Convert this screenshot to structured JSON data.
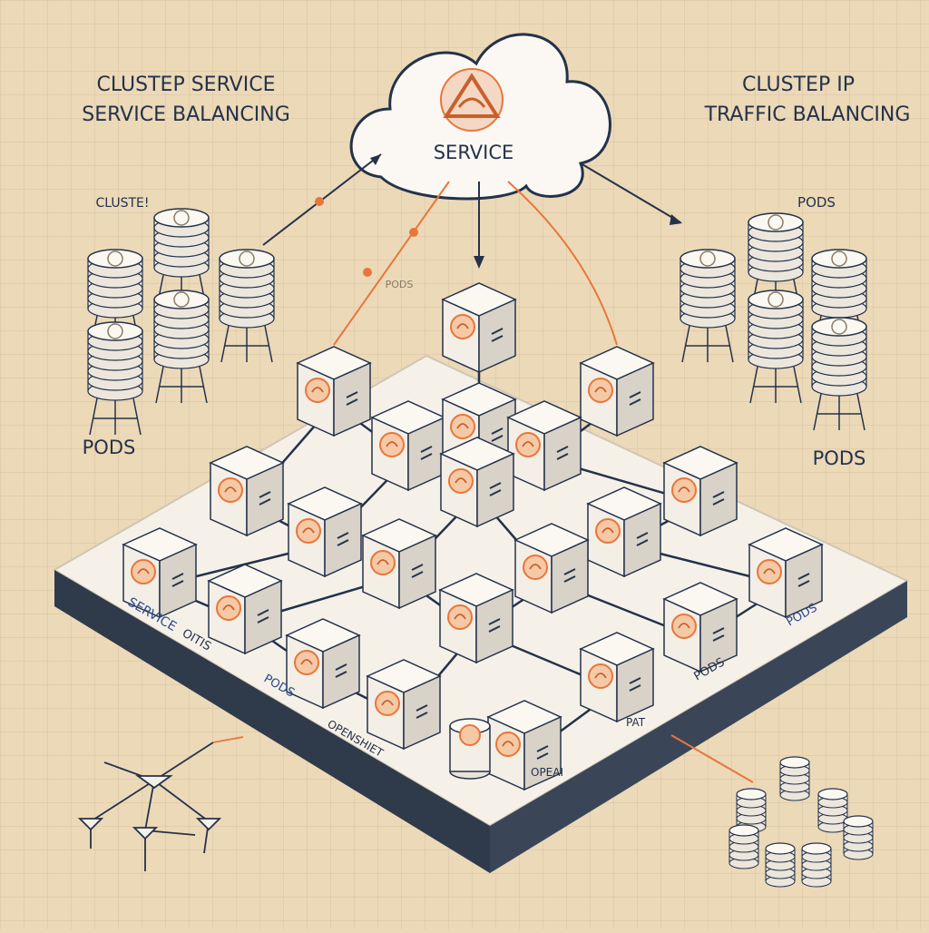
{
  "labels": {
    "left_title_1": "CLUSTEP SERVICE",
    "left_title_2": "SERVICE BALANCING",
    "right_title_1": "CLUSTEP IP",
    "right_title_2": "TRAFFIC BALANCING",
    "cloud": "SERVICE",
    "left_small": "CLUSTE!",
    "left_pods": "PODS",
    "right_small": "PODS",
    "right_pods": "PODS",
    "mid_small": "PODS",
    "plat_service": "SERVICE",
    "plat_oitis": "OITIS",
    "plat_pods1": "PODS",
    "plat_openshet": "OPENSHIET",
    "plat_opeai": "OPEAI",
    "plat_pat": "PAT",
    "plat_pods2": "PODS",
    "plat_pods3": "PODS"
  },
  "colors": {
    "background": "#ecd9b8",
    "grid": "#d9c3a0",
    "navy": "#24324a",
    "orange": "#e8763a",
    "cube_face": "#f3eee6",
    "cube_side": "#d8d2c8",
    "platform_top": "#f6f1e8",
    "platform_side": "#2f3a4a"
  }
}
